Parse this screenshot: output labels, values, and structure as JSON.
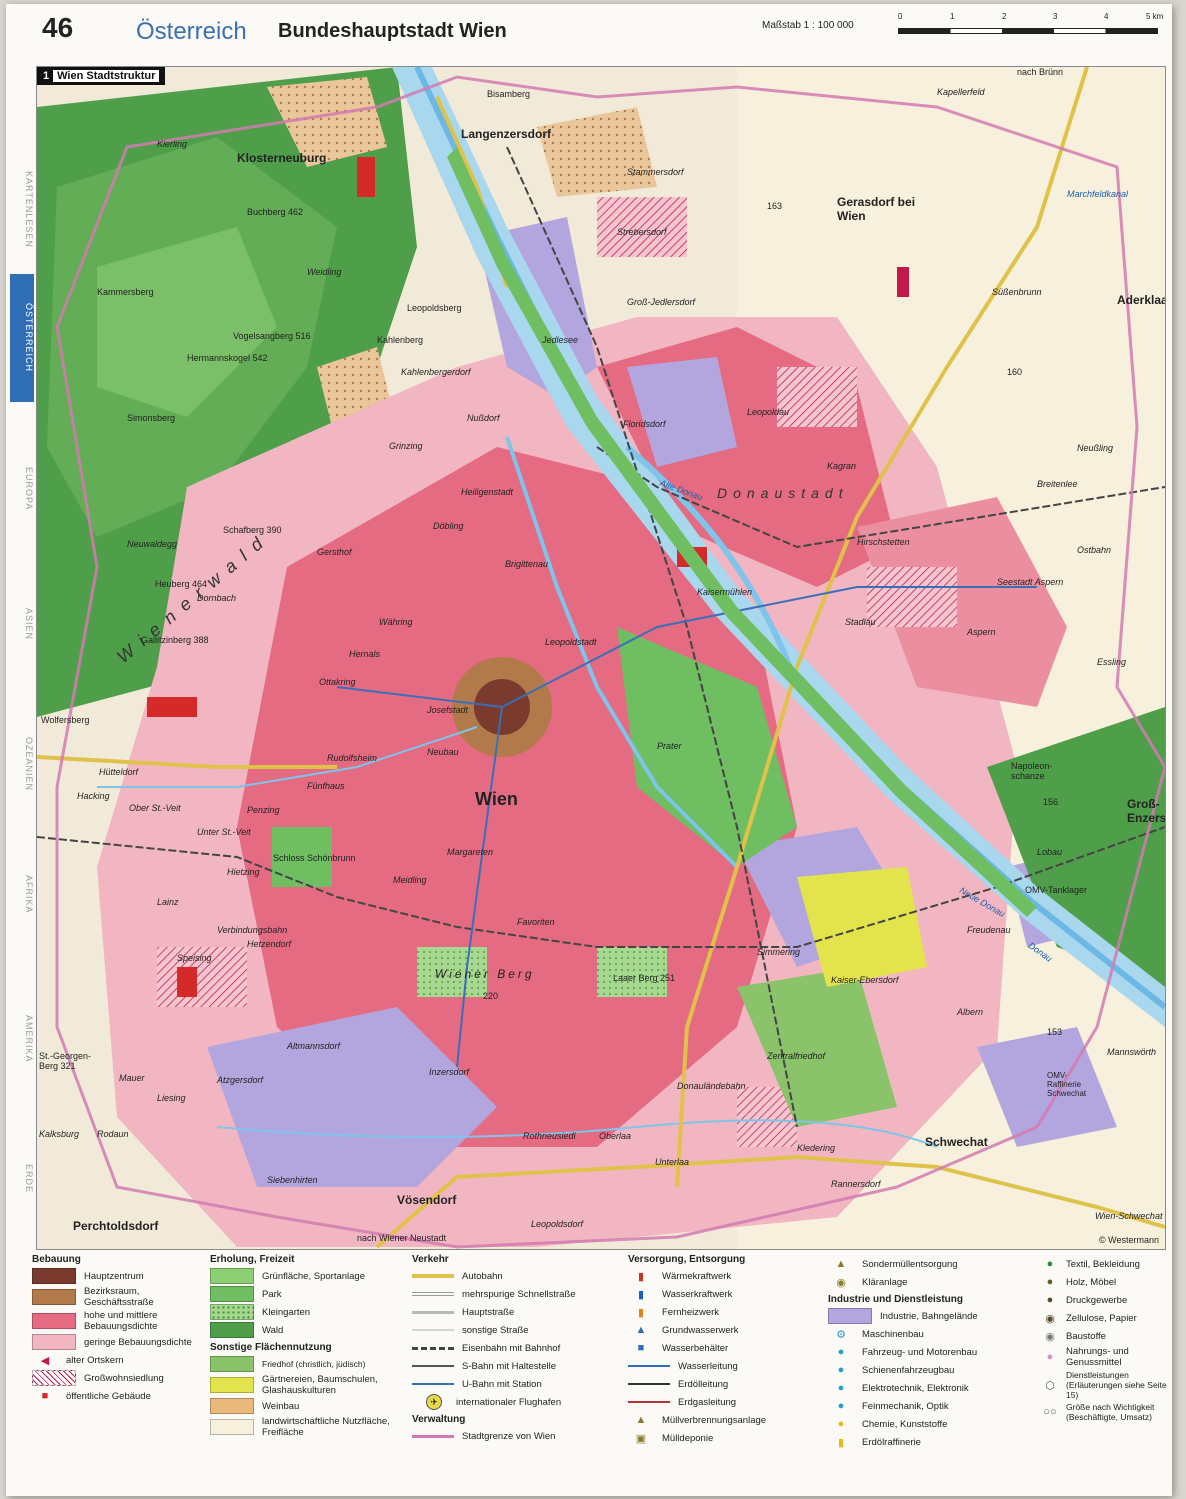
{
  "header": {
    "page_number": "46",
    "country": "Österreich",
    "title": "Bundeshauptstadt Wien",
    "scale_label": "Maßstab 1 : 100 000",
    "scale_ticks": [
      "0",
      "1",
      "2",
      "3",
      "4",
      "5 km"
    ]
  },
  "side_tabs": [
    "KARTENLESEN",
    "ÖSTERREICH",
    "EUROPA",
    "ASIEN",
    "OZEANIEN",
    "AFRIKA",
    "AMERIKA",
    "ERDE"
  ],
  "map": {
    "number": "1",
    "title": "Wien Stadtstruktur",
    "copyright": "© Westermann",
    "labels": {
      "wien": "Wien",
      "wienerwald": "Wienerwald",
      "donaustadt": "Donaustadt",
      "wienerberg": "Wiener Berg",
      "donau": "Donau",
      "alte_donau": "Alte Donau",
      "neue_donau": "Neue Donau",
      "klosterneuburg": "Klosterneuburg",
      "langenzersdorf": "Langenzersdorf",
      "gerasdorf": "Gerasdorf bei Wien",
      "kapellerfeld": "Kapellerfeld",
      "nach_bruenn": "nach Brünn",
      "marchfeldkanal": "Marchfeldkanal",
      "strebersdorf": "Strebersdorf",
      "stammersdorf": "Stammersdorf",
      "gross_jedlersdorf": "Groß-Jedlersdorf",
      "jedlesee": "Jedlesee",
      "suessenbrunn": "Süßenbrunn",
      "aderklaa": "Aderklaa",
      "kahlenberg": "Kahlenberg",
      "leopoldsberg": "Leopoldsberg",
      "kahlenbergerdorf": "Kahlenbergerdorf",
      "nussdorf": "Nußdorf",
      "grinzing": "Grinzing",
      "heiligenstadt": "Heiligenstadt",
      "doebling": "Döbling",
      "floridsdorf": "Floridsdorf",
      "leopoldau": "Leopoldau",
      "kagran": "Kagran",
      "hirschstetten": "Hirschstetten",
      "neussling": "Neußling",
      "breitenlee": "Breitenlee",
      "ostbahn": "Ostbahn",
      "seestadt": "Seestadt Aspern",
      "aspern": "Aspern",
      "essling": "Essling",
      "stadlau": "Stadlau",
      "kaisermuehlen": "Kaisermühlen",
      "brigittenau": "Brigittenau",
      "leopoldstadt": "Leopoldstadt",
      "gersthof": "Gersthof",
      "waehring": "Währing",
      "hernals": "Hernals",
      "ottakring": "Ottakring",
      "josefstadt": "Josefstadt",
      "neubau": "Neubau",
      "rudolfsheim": "Rudolfsheim",
      "fuenfhaus": "Fünfhaus",
      "penzing": "Penzing",
      "huetteldorf": "Hütteldorf",
      "hacking": "Hacking",
      "ober_st_veit": "Ober St.-Veit",
      "unter_st_veit": "Unter St.-Veit",
      "hietzing": "Hietzing",
      "schoenbrunn": "Schloss Schönbrunn",
      "meidling": "Meidling",
      "margareten": "Margareten",
      "favoriten": "Favoriten",
      "simmering": "Simmering",
      "kaiser_ebersdorf": "Kaiser-Ebersdorf",
      "zentralfriedhof": "Zentralfriedhof",
      "albern": "Albern",
      "schwechat": "Schwechat",
      "mannswoerth": "Mannswörth",
      "gross_enzersdorf": "Groß-Enzersdorf",
      "napoleonschanze": "Napoleon-schanze",
      "omv_tanklager": "OMV-Tanklager",
      "omv_raffinerie": "OMV-Raffinerie Schwechat",
      "lainz": "Lainz",
      "speising": "Speising",
      "hetzendorf": "Hetzendorf",
      "altmannsdorf": "Altmannsdorf",
      "atzgersdorf": "Atzgersdorf",
      "mauer": "Mauer",
      "liesing": "Liesing",
      "rodaun": "Rodaun",
      "kalksburg": "Kalksburg",
      "siebenhirten": "Siebenhirten",
      "perchtoldsdorf": "Perchtoldsdorf",
      "voesendorf": "Vösendorf",
      "inzersdorf": "Inzersdorf",
      "rothneusiedl": "Rothneusiedl",
      "oberlaa": "Oberlaa",
      "unterlaa": "Unterlaa",
      "leopoldsdorf": "Leopoldsdorf",
      "kledering": "Kledering",
      "rannersdorf": "Rannersdorf",
      "laaer_berg": "Laaer Berg 251",
      "kammersberg": "Kammersberg",
      "hermannskogel": "Hermannskogel 542",
      "vogelsangberg": "Vogelsangberg 516",
      "simonsberg": "Simonsberg",
      "schafberg": "Schafberg 390",
      "heuberg": "Heuberg 464",
      "gallitzinberg": "Gallitzinberg 388",
      "wolfersberg": "Wolfersberg",
      "st_georgenberg": "St.-Georgen-Berg 321",
      "dornbach": "Dornbach",
      "neuwaldegg": "Neuwaldegg",
      "kierling": "Kierling",
      "weidling": "Weidling",
      "buchberg": "Buchberg 462",
      "bisamberg": "Bisamberg",
      "nach_wr_neustadt": "nach Wiener Neustadt",
      "verbindungsbahn": "Verbindungsbahn",
      "donaulaendebahn": "Donauländebahn",
      "wien_schwechat": "Wien-Schwechat",
      "lobau": "Lobau",
      "freudenau": "Freudenau",
      "prater": "Prater",
      "h163": "163",
      "h160": "160",
      "h156": "156",
      "h153": "153",
      "h220": "220"
    }
  },
  "legend": {
    "bebauung": {
      "heading": "Bebauung",
      "items": [
        {
          "label": "Hauptzentrum",
          "color": "#7a3b2e"
        },
        {
          "label": "Bezirksraum, Geschäftsstraße",
          "color": "#b27a4a"
        },
        {
          "label": "hohe und mittlere Bebauungsdichte",
          "color": "#e46b82"
        },
        {
          "label": "geringe Bebauungsdichte",
          "color": "#f2b6c2"
        },
        {
          "label": "alter Ortskern",
          "color": "#c2184b"
        },
        {
          "label": "Großwohnsiedlung",
          "color": "#ffffff"
        },
        {
          "label": "öffentliche Gebäude",
          "color": "#d42a2a"
        }
      ]
    },
    "erholung": {
      "heading": "Erholung, Freizeit",
      "items": [
        {
          "label": "Grünfläche, Sportanlage",
          "color": "#8ccf72"
        },
        {
          "label": "Park",
          "color": "#6fbe62"
        },
        {
          "label": "Kleingarten",
          "color": "#a8d88f"
        },
        {
          "label": "Wald",
          "color": "#4f9f4a"
        }
      ]
    },
    "sonstige": {
      "heading": "Sonstige Flächennutzung",
      "items": [
        {
          "label": "Friedhof (christlich, jüdisch)",
          "color": "#8bc36b"
        },
        {
          "label": "Gärtnereien, Baumschulen, Glashauskulturen",
          "color": "#e3e44c"
        },
        {
          "label": "Weinbau",
          "color": "#e9b87b"
        },
        {
          "label": "landwirtschaftliche Nutzfläche, Freifläche",
          "color": "#f6f0dc"
        }
      ]
    },
    "verkehr": {
      "heading": "Verkehr",
      "items": [
        {
          "label": "Autobahn",
          "color": "#e0c24a"
        },
        {
          "label": "mehrspurige Schnellstraße",
          "color": "#bdbdbd"
        },
        {
          "label": "Hauptstraße",
          "color": "#cfcfcf"
        },
        {
          "label": "sonstige Straße",
          "color": "#e2e2e2"
        },
        {
          "label": "Eisenbahn mit Bahnhof",
          "color": "#444444"
        },
        {
          "label": "S-Bahn mit Haltestelle",
          "color": "#555555"
        },
        {
          "label": "U-Bahn mit Station",
          "color": "#3a6fb8"
        },
        {
          "label": "internationaler Flughafen",
          "color": "#e8d84a"
        }
      ]
    },
    "verwaltung": {
      "heading": "Verwaltung",
      "items": [
        {
          "label": "Stadtgrenze von Wien",
          "color": "#d27ab0"
        }
      ]
    },
    "versorgung": {
      "heading": "Versorgung, Entsorgung",
      "items": [
        {
          "label": "Wärmekraftwerk",
          "icon": "power-plant-icon",
          "color": "#c0392b"
        },
        {
          "label": "Wasserkraftwerk",
          "icon": "hydro-plant-icon",
          "color": "#1f5fbf"
        },
        {
          "label": "Fernheizwerk",
          "icon": "district-heating-icon",
          "color": "#d98a1f"
        },
        {
          "label": "Grundwasserwerk",
          "icon": "groundwater-icon",
          "color": "#2f6db5"
        },
        {
          "label": "Wasserbehälter",
          "icon": "water-tank-icon",
          "color": "#2f6db5"
        },
        {
          "label": "Wasserleitung",
          "icon": "water-line-icon",
          "color": "#2f6db5"
        },
        {
          "label": "Erdölleitung",
          "icon": "oil-line-icon",
          "color": "#333333"
        },
        {
          "label": "Erdgasleitung",
          "icon": "gas-line-icon",
          "color": "#b5323a"
        },
        {
          "label": "Müllverbrennungsanlage",
          "icon": "incinerator-icon",
          "color": "#8a7a2a"
        },
        {
          "label": "Mülldeponie",
          "icon": "landfill-icon",
          "color": "#8a7a2a"
        }
      ]
    },
    "entsorgung2": {
      "items": [
        {
          "label": "Sondermüllentsorgung",
          "icon": "hazardous-waste-icon",
          "color": "#8a7a2a"
        },
        {
          "label": "Kläranlage",
          "icon": "sewage-plant-icon",
          "color": "#8a7a2a"
        }
      ]
    },
    "industrie": {
      "heading": "Industrie und Dienstleistung",
      "items": [
        {
          "label": "Industrie, Bahngelände",
          "color": "#b3a6de",
          "icon": "area"
        },
        {
          "label": "Maschinenbau",
          "icon": "gear-icon",
          "color": "#2a9ad6"
        },
        {
          "label": "Fahrzeug- und Motorenbau",
          "icon": "car-icon",
          "color": "#2a9ad6"
        },
        {
          "label": "Schienenfahrzeugbau",
          "icon": "train-icon",
          "color": "#2a9ad6"
        },
        {
          "label": "Elektrotechnik, Elektronik",
          "icon": "electric-icon",
          "color": "#2a9ad6"
        },
        {
          "label": "Feinmechanik, Optik",
          "icon": "optics-icon",
          "color": "#2a9ad6"
        },
        {
          "label": "Chemie, Kunststoffe",
          "icon": "flask-icon",
          "color": "#e8b81f"
        },
        {
          "label": "Erdölraffinerie",
          "icon": "refinery-icon",
          "color": "#e8b81f"
        }
      ]
    },
    "industrie2": {
      "items": [
        {
          "label": "Textil, Bekleidung",
          "icon": "textile-icon",
          "color": "#2f8a3a"
        },
        {
          "label": "Holz, Möbel",
          "icon": "wood-icon",
          "color": "#6b5a2a"
        },
        {
          "label": "Druckgewerbe",
          "icon": "print-icon",
          "color": "#5a4a2a"
        },
        {
          "label": "Zellulose, Papier",
          "icon": "paper-icon",
          "color": "#5a4a2a"
        },
        {
          "label": "Baustoffe",
          "icon": "building-material-icon",
          "color": "#777777"
        },
        {
          "label": "Nahrungs- und Genussmittel",
          "icon": "food-icon",
          "color": "#e38bc3"
        },
        {
          "label": "Dienstleistungen (Erläuterungen siehe Seite 15)",
          "icon": "services-icon",
          "color": "#ffffff"
        },
        {
          "label": "Größe nach Wichtigkeit (Beschäftigte, Umsatz)",
          "icon": "size-icon",
          "color": "#ffffff"
        }
      ]
    }
  }
}
